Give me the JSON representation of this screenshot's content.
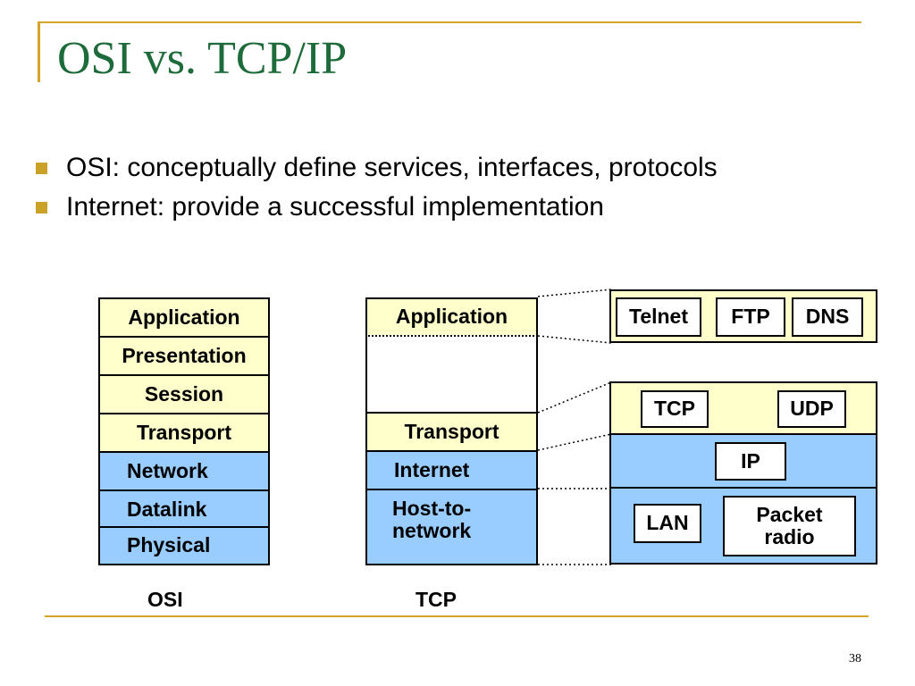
{
  "slide": {
    "title": "OSI vs. TCP/IP",
    "bullets": [
      "OSI: conceptually define services, interfaces, protocols",
      "Internet: provide a successful implementation"
    ],
    "page_number": "38"
  },
  "osi": {
    "caption": "OSI",
    "layers": [
      "Application",
      "Presentation",
      "Session",
      "Transport",
      "Network",
      "Datalink",
      "Physical"
    ]
  },
  "tcp": {
    "caption": "TCP",
    "layers": {
      "application": "Application",
      "transport": "Transport",
      "internet": "Internet",
      "host_to_network": "Host-to-\nnetwork"
    }
  },
  "protocols": {
    "application": [
      "Telnet",
      "FTP",
      "DNS"
    ],
    "transport": [
      "TCP",
      "UDP"
    ],
    "internet": [
      "IP"
    ],
    "network": [
      "LAN",
      "Packet\nradio"
    ]
  },
  "colors": {
    "upper_layers": "#ffffcc",
    "lower_layers": "#99ccff",
    "title": "#1d6b3a",
    "accent": "#d4a52a"
  }
}
